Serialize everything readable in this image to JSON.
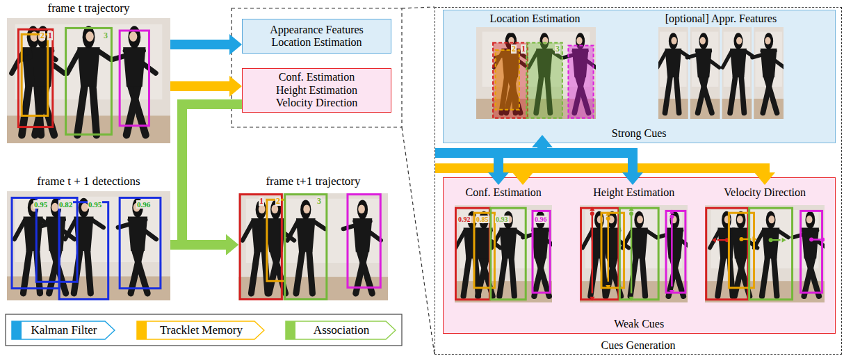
{
  "diagram": {
    "nodes": [
      {
        "text": [
          "frame t trajectory"
        ]
      },
      {
        "text": [
          "Appearance Features",
          "Location Estimation"
        ]
      },
      {
        "text": [
          "Conf. Estimation",
          "Height Estimation",
          "Velocity Direction"
        ]
      },
      {
        "text": [
          "frame t + 1 detections"
        ]
      },
      {
        "text": [
          "frame t+1 trajectory"
        ]
      },
      {
        "text": [
          "Cues Generation"
        ]
      },
      {
        "text": [
          "Strong Cues"
        ],
        "in": 5
      },
      {
        "text": [
          "Location Estimation"
        ],
        "in": 6
      },
      {
        "text": [
          "[optional] Appr. Features"
        ],
        "in": 6
      },
      {
        "text": [
          "Weak Cues"
        ],
        "in": 5
      },
      {
        "text": [
          "Conf. Estimation"
        ],
        "in": 9
      },
      {
        "text": [
          "Height Estimation"
        ],
        "in": 9
      },
      {
        "text": [
          "Velocity Direction"
        ],
        "in": 9
      }
    ],
    "edges": [
      {
        "from": 0,
        "to": 1,
        "arrow": "to"
      },
      {
        "from": 0,
        "to": 2,
        "arrow": "to"
      },
      {
        "from": 2,
        "to": 4,
        "arrow": "to"
      },
      {
        "from": 3,
        "to": 4,
        "arrow": "to"
      }
    ],
    "labels": [
      "2",
      "1",
      "3",
      "0.95",
      "0.82",
      "0.95",
      "0.96",
      "1",
      "2",
      "3",
      "2",
      "1",
      "3",
      "0.92",
      "0.85",
      "0.93",
      "0.96"
    ],
    "legend": [
      {
        "text": "Kalman Filter",
        "color": "#1fa3e3"
      },
      {
        "text": "Tracklet Memory",
        "color": "#ffc000"
      },
      {
        "text": "Association",
        "color": "#92d050"
      }
    ]
  }
}
